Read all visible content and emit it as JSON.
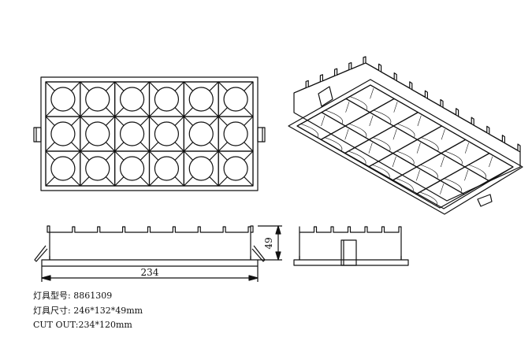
{
  "drawing": {
    "dim_width": "234",
    "dim_height": "49"
  },
  "specs": [
    "灯具型号: 8861309",
    "灯具尺寸: 246*132*49mm",
    "CUT OUT:234*120mm"
  ],
  "grid": {
    "rows": 3,
    "cols": 6
  },
  "colors": {
    "line": "#111111",
    "background": "#ffffff"
  }
}
